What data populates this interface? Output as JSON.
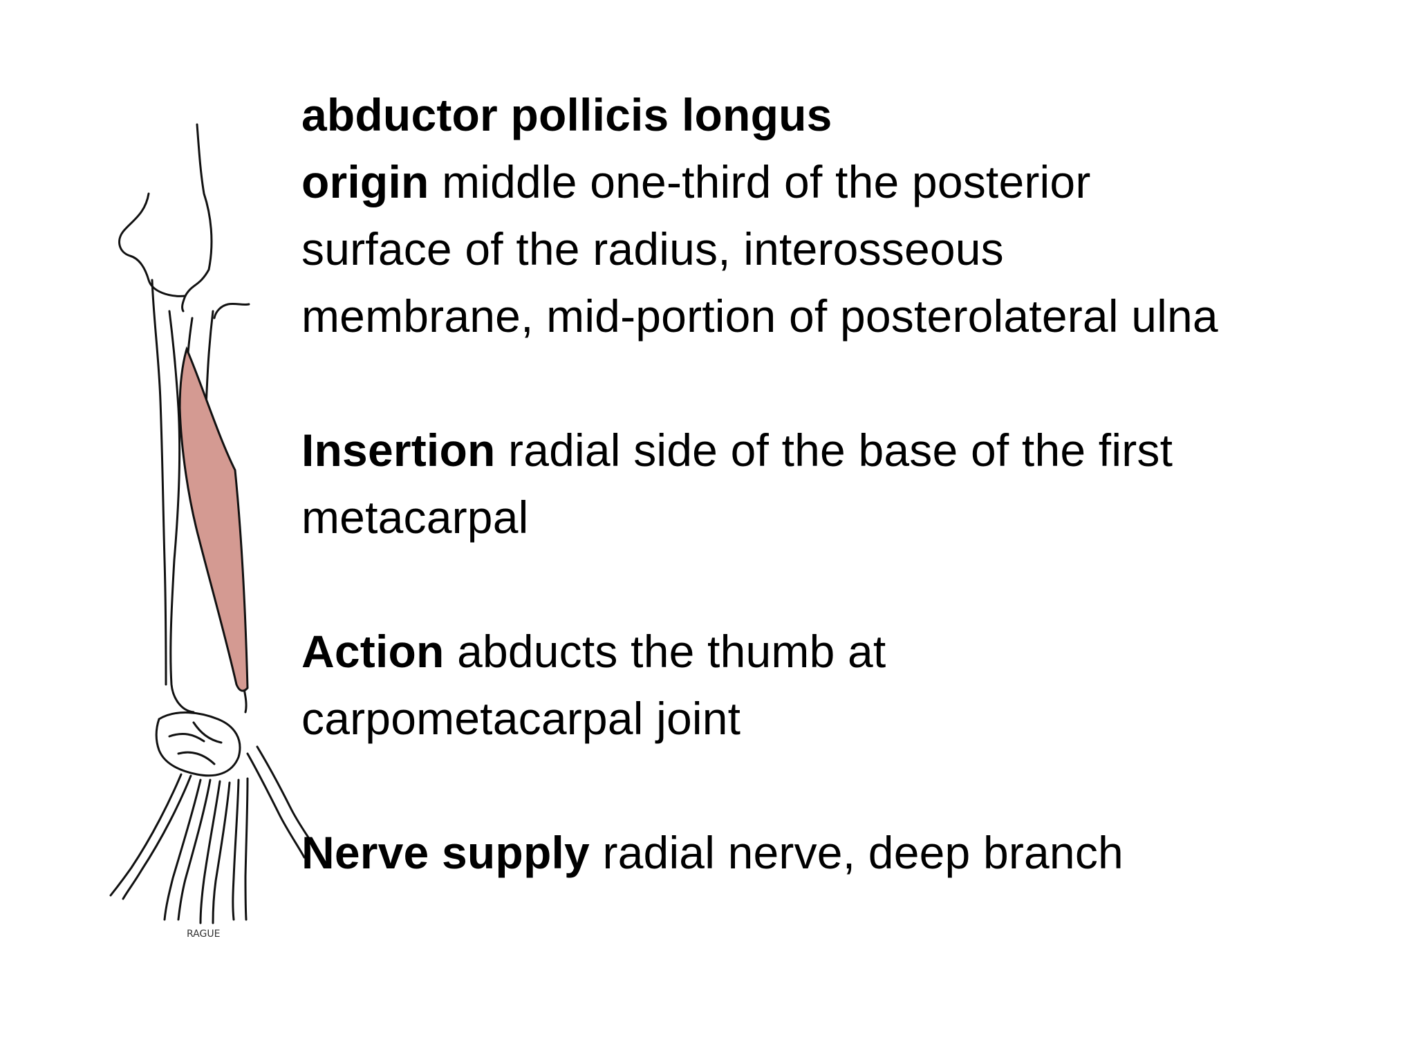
{
  "slide": {
    "muscle_name": "abductor pollicis longus",
    "origin": {
      "label": "origin",
      "lines": [
        "middle one-third of the posterior",
        "surface of the radius, interosseous",
        "membrane, mid-portion of posterolateral ulna"
      ]
    },
    "insertion": {
      "label": "Insertion",
      "lines": [
        "radial side of the base of the first",
        "metacarpal"
      ]
    },
    "action": {
      "label": "Action",
      "lines": [
        "abducts the thumb at",
        "carpometacarpal joint"
      ]
    },
    "nerve_supply": {
      "label": "Nerve supply",
      "lines": [
        "radial nerve, deep branch"
      ]
    },
    "illustration": {
      "subject": "forearm-and-hand-bones-with-highlighted-muscle",
      "muscle_color": "#D49A92",
      "line_color": "#111111",
      "signature": "RAGUE"
    }
  }
}
